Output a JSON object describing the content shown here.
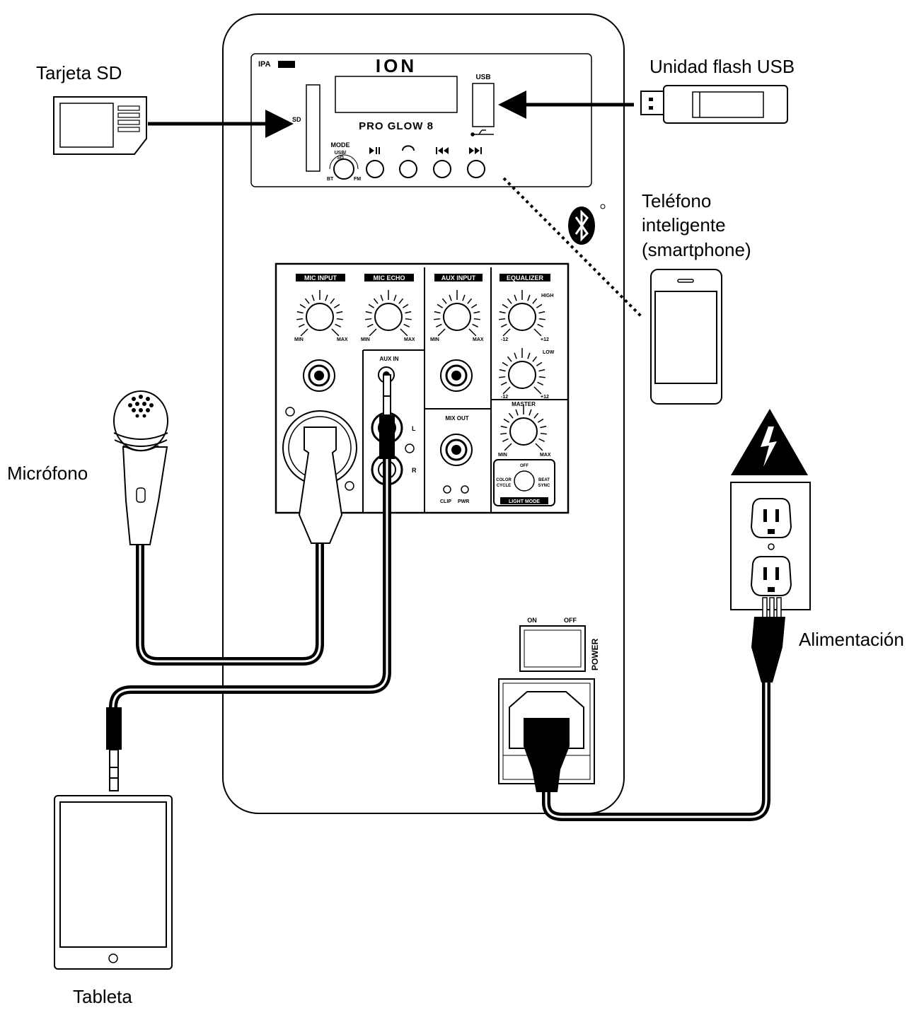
{
  "labels": {
    "sd_card": "Tarjeta SD",
    "usb_drive": "Unidad flash USB",
    "smartphone_1": "Teléfono",
    "smartphone_2": "inteligente",
    "smartphone_3": "(smartphone)",
    "microphone": "Micrófono",
    "power": "Alimentación",
    "tablet": "Tableta"
  },
  "panel": {
    "brand": "ION",
    "model": "PRO GLOW 8",
    "ipa": "IPA",
    "usb": "USB",
    "sd": "SD",
    "mode": "MODE",
    "mode_usb": "USB/",
    "mode_sd": "SD",
    "mode_bt": "BT",
    "mode_fm": "FM"
  },
  "mixer": {
    "mic_input": "MIC INPUT",
    "mic_echo": "MIC ECHO",
    "aux_input": "AUX INPUT",
    "equalizer": "EQUALIZER",
    "aux_in": "AUX IN",
    "mix_out": "MIX OUT",
    "master": "MASTER",
    "light_mode": "LIGHT MODE",
    "min": "MIN",
    "max": "MAX",
    "high": "HIGH",
    "low": "LOW",
    "minus12": "-12",
    "plus12": "+12",
    "left": "L",
    "right": "R",
    "clip": "CLIP",
    "pwr": "PWR",
    "off": "OFF",
    "color_1": "COLOR",
    "color_2": "CYCLE",
    "beat_1": "BEAT",
    "beat_2": "SYNC"
  },
  "power_panel": {
    "on": "ON",
    "off": "OFF",
    "power": "POWER"
  },
  "colors": {
    "line": "#000000",
    "background": "#ffffff",
    "panel_fill": "#ffffff"
  }
}
